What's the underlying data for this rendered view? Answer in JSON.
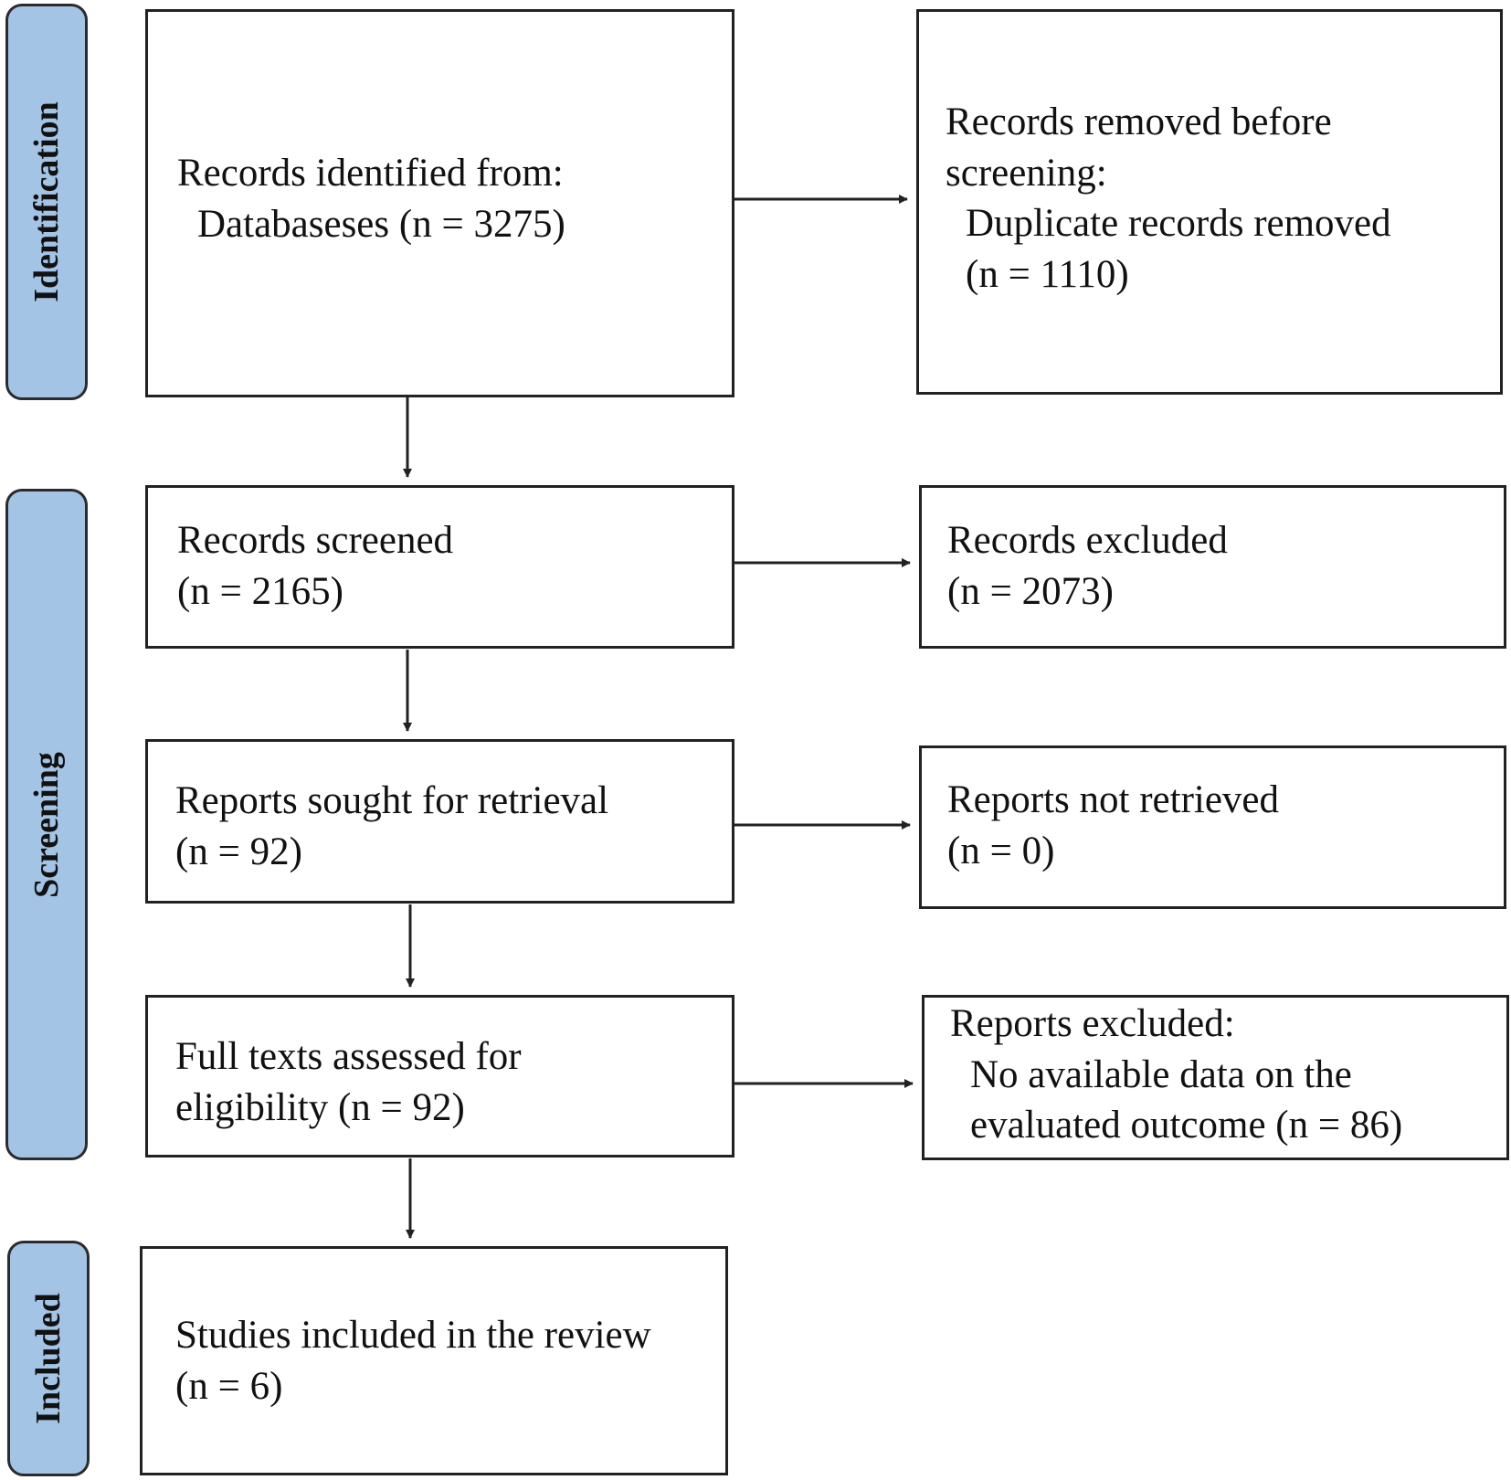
{
  "stages": {
    "identification": "Identification",
    "screening": "Screening",
    "included": "Included"
  },
  "boxes": {
    "records_identified": {
      "line1": "Records identified from:",
      "line2": "Databaseses (n = 3275)"
    },
    "records_removed": {
      "line1": "Records removed before",
      "line2": "screening:",
      "line3": "Duplicate records removed",
      "line4": "(n = 1110)"
    },
    "records_screened": {
      "line1": "Records screened",
      "line2": "(n = 2165)"
    },
    "records_excluded": {
      "line1": "Records excluded",
      "line2": "(n = 2073)"
    },
    "reports_sought": {
      "line1": "Reports sought for retrieval",
      "line2": "(n = 92)"
    },
    "reports_not_retrieved": {
      "line1": "Reports not retrieved",
      "line2": "(n = 0)"
    },
    "full_texts_assessed": {
      "line1": "Full texts assessed for",
      "line2": "eligibility (n = 92)"
    },
    "reports_excluded": {
      "line1": "Reports excluded:",
      "line2": "No available data on the",
      "line3": "evaluated outcome (n = 86)"
    },
    "studies_included": {
      "line1": "Studies included in the review",
      "line2": "(n = 6)"
    }
  },
  "colors": {
    "stage_fill": "#a4c4e6",
    "stroke": "#222222"
  }
}
